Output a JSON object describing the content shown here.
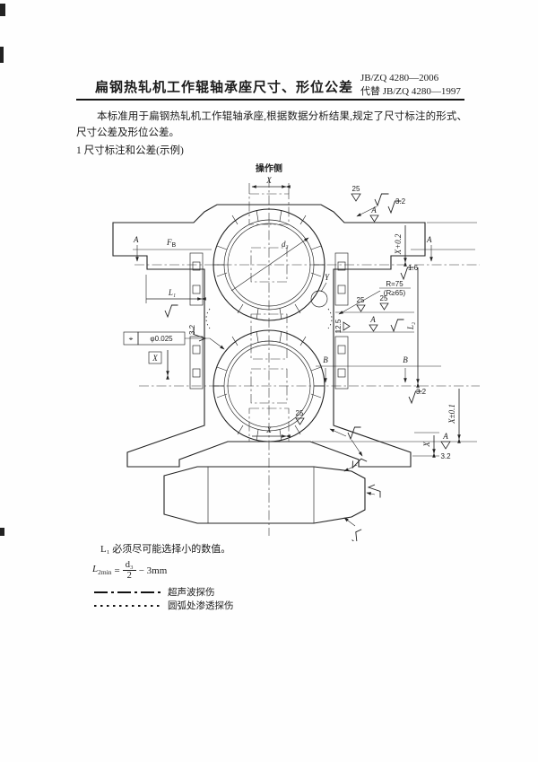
{
  "header": {
    "title": "扁钢热轧机工作辊轴承座尺寸、形位公差",
    "standard_no": "JB/ZQ 4280—2006",
    "superseded": "代替 JB/ZQ 4280—1997"
  },
  "intro": {
    "paragraph": "本标准用于扁钢热轧机工作辊轴承座,根据数据分析结果,规定了尺寸标注的形式、尺寸公差及形位公差。",
    "section_heading": "1  尺寸标注和公差(示例)"
  },
  "drawing": {
    "operating_side_label": "操作侧",
    "dims": {
      "x": "X",
      "x_plus": "X+0.2",
      "x_pm": "X±0.1",
      "l1": "L₁",
      "l2": "L₂",
      "d": "d₃",
      "f_main": "F",
      "f_sub": "B",
      "y": "Y"
    },
    "sections": {
      "a": "A",
      "b": "B"
    },
    "datum": "A",
    "roughness": {
      "ra16": "1.6",
      "ra32": "3.2",
      "ra25": "25",
      "ra125": "12.5"
    },
    "radius_line1": "R=75",
    "radius_line2": "(R≥65)",
    "position_tolerance": {
      "symbol": "⌖",
      "value": "φ0.025"
    }
  },
  "notes": {
    "note1": "L₁ 必须尽可能选择小的数值。",
    "formula": {
      "lhs_main": "L",
      "lhs_sub": "2min",
      "equals": "=",
      "numerator": "d₃",
      "denominator": "2",
      "tail": "− 3mm"
    },
    "legend": {
      "ultrasonic": "超声波探伤",
      "penetrant": "圆弧处渗透探伤"
    }
  }
}
